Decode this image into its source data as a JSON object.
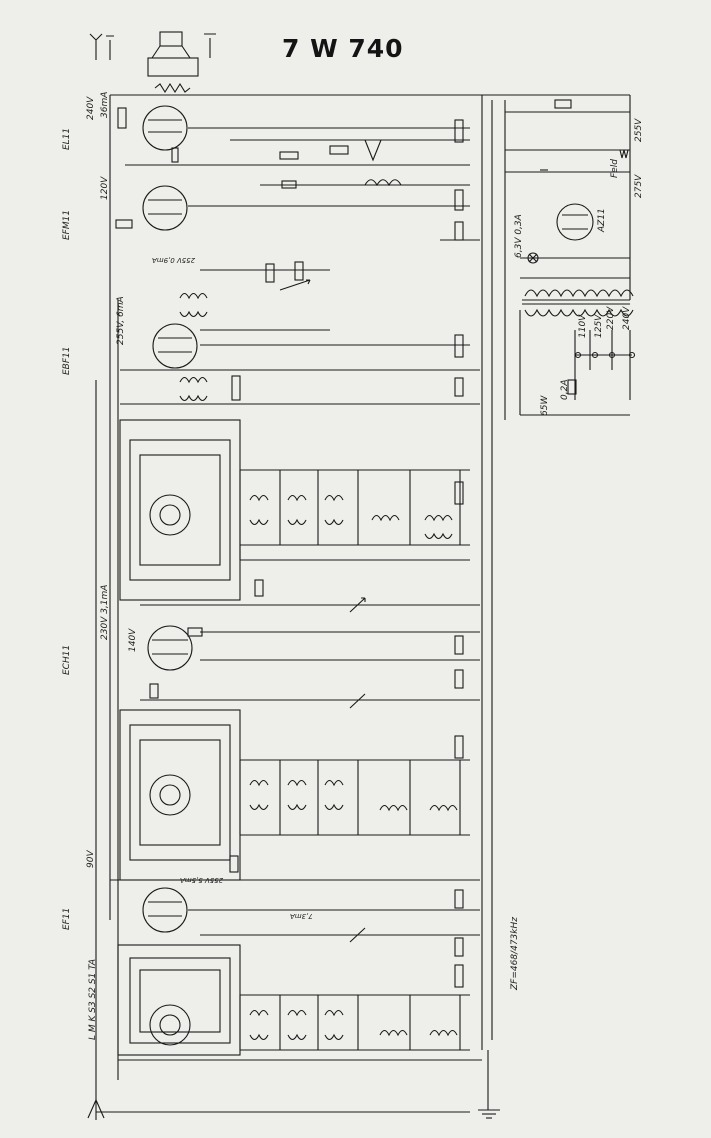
{
  "title": "7 W 740",
  "tubes": {
    "el11": "EL11",
    "efm11": "EFM11",
    "ebf11": "EBF11",
    "ech11": "ECH11",
    "ef11": "EF11",
    "az11": "AZ11"
  },
  "notes": {
    "zf": "ZF=468/473kHz",
    "bands": "L M K S3 S2 S1 TA",
    "el11_v": "240V",
    "el11_ma": "36mA",
    "efm11_v": "120V",
    "ebf11_v": "255V, 6mA",
    "ebf11_g": "255V 0,9mA",
    "ech11_v": "230V 3,1mA",
    "ech11_v2": "140V",
    "ef11_v": "255V 5,5mA",
    "ef11_ma": "7,3mA",
    "ef11_v2": "90V",
    "fuse": "0,2A",
    "power": "65W",
    "mains_110": "110V",
    "mains_125": "125V",
    "mains_220": "220V",
    "mains_240": "240V",
    "heater": "6,3V 0,3A",
    "feld": "Feld",
    "hv1": "255V",
    "hv2": "275V"
  }
}
